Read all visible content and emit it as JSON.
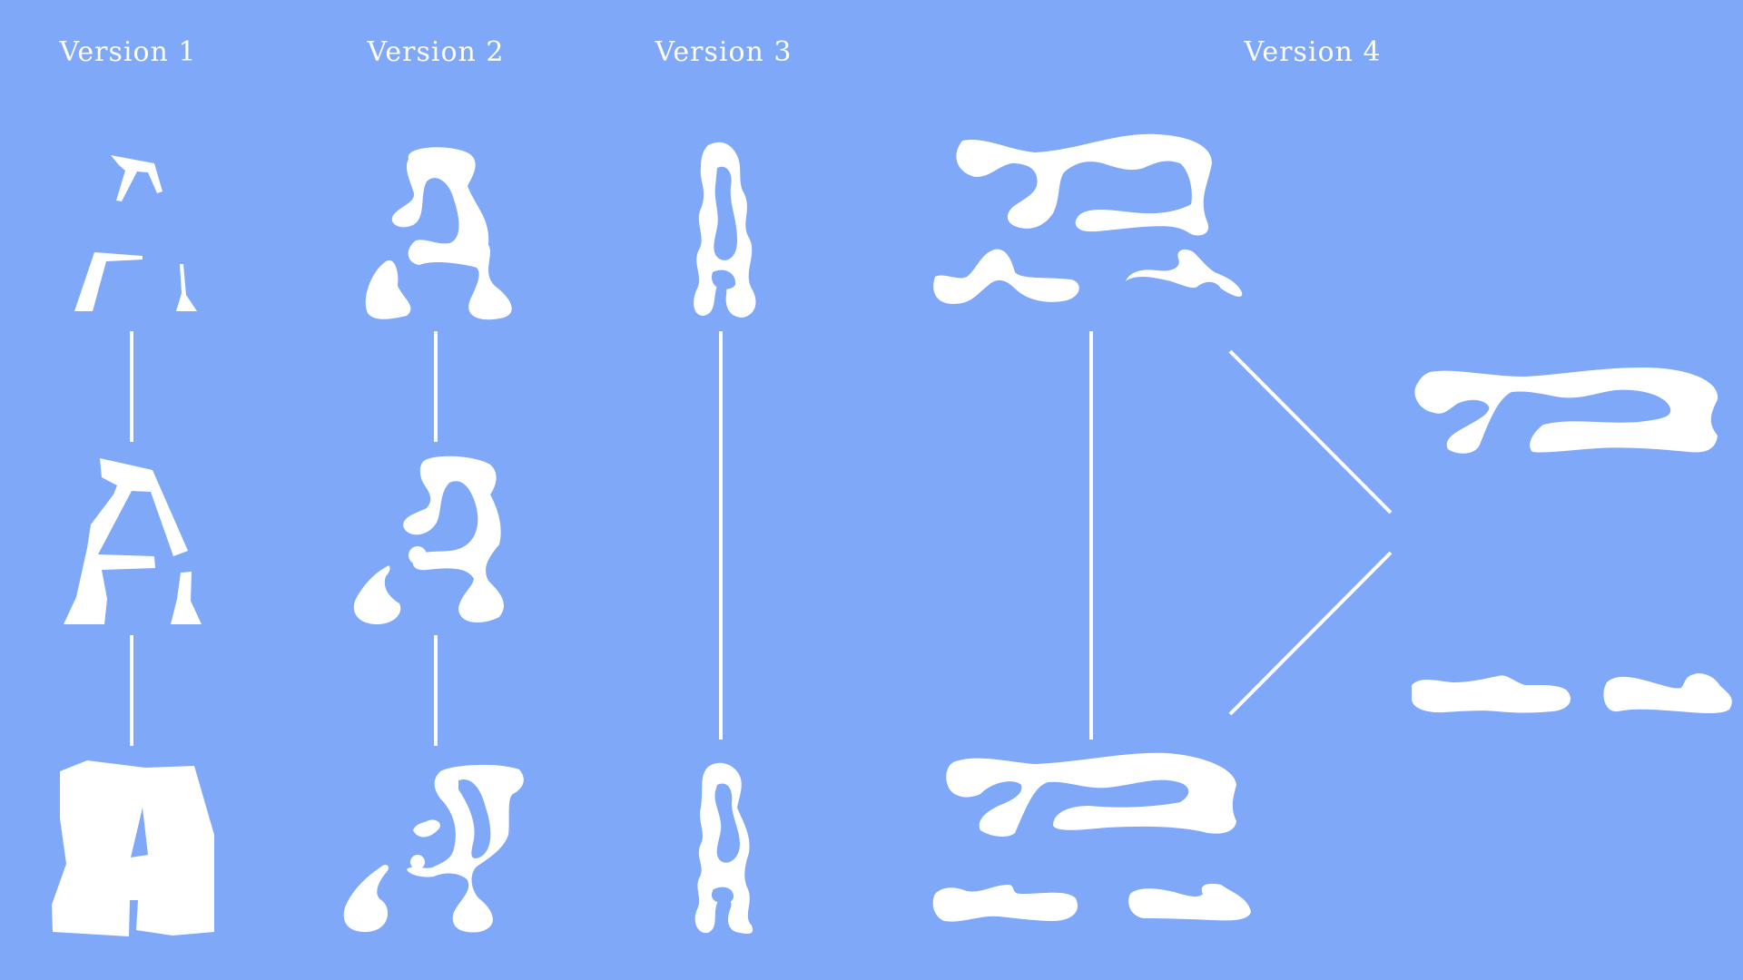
{
  "background_color": "#7FA8F8",
  "foreground_color": "#FFFFFF",
  "versions": [
    {
      "label": "Version 1"
    },
    {
      "label": "Version 2"
    },
    {
      "label": "Version 3"
    },
    {
      "label": "Version 4"
    }
  ]
}
